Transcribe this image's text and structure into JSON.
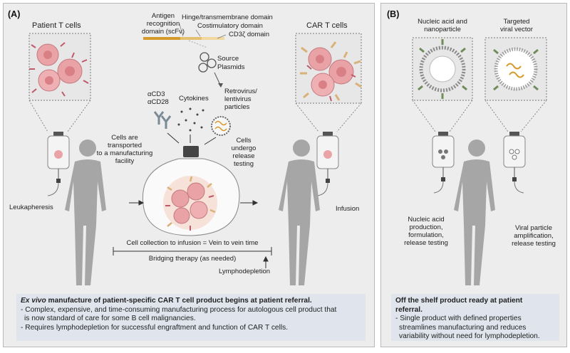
{
  "panel_a": {
    "letter": "(A)",
    "patient_t_cells": "Patient T cells",
    "car_t_cells": "CAR T cells",
    "construct": {
      "antigen": "Antigen",
      "recognition": "recognition",
      "scfv": "domain (scFv)",
      "hinge": "Hinge/transmembrane domain",
      "costim": "Costimulatory domain",
      "cd3": "CD3ζ domain"
    },
    "source": "Source",
    "plasmids": "Plasmids",
    "retro": "Retrovirus/",
    "lenti": "lentivirus",
    "particles": "particles",
    "acd3": "αCD3",
    "acd28": "αCD28",
    "cytokines": "Cytokines",
    "transport": [
      "Cells are",
      "transported",
      "to a manufacturing",
      "facility"
    ],
    "release": [
      "Cells",
      "undergo",
      "release",
      "testing"
    ],
    "leukapheresis": "Leukapheresis",
    "infusion": "Infusion",
    "timeline": "Cell collection to infusion = Vein to vein time",
    "bridging": "Bridging therapy (as needed)",
    "lymphodepletion": "Lymphodepletion",
    "info": {
      "head_italic": "Ex vivo",
      "head_rest": " manufacture of patient-specific CAR T cell product begins at patient referral.",
      "lines": [
        "- Complex, expensive, and time-consuming manufacturing process for autologous cell product that",
        "  is now standard of care for some B cell malignancies.",
        "- Requires lymphodepletion for successful engraftment and function of CAR T cells."
      ]
    }
  },
  "panel_b": {
    "letter": "(B)",
    "nucleic": [
      "Nucleic acid and",
      "nanoparticle"
    ],
    "viral": [
      "Targeted",
      "viral vector"
    ],
    "production": [
      "Nucleic acid",
      "production,",
      "formulation,",
      "release testing"
    ],
    "amplification": [
      "Viral particle",
      "amplification,",
      "release testing"
    ],
    "info": {
      "head": [
        "Off the shelf product ready at patient",
        "referral."
      ],
      "lines": [
        "- Single product with defined properties",
        "  streamlines manufacturing and reduces",
        "  variability without need for lymphodepletion."
      ]
    }
  },
  "colors": {
    "panel_bg": "#ededed",
    "info_bg": "#dfe4ed",
    "human": "#a6a6a6",
    "cell": "#e9a3a6",
    "receptor": "#c0596a",
    "car": "#d8b279",
    "scfv": "#d59a2a"
  }
}
